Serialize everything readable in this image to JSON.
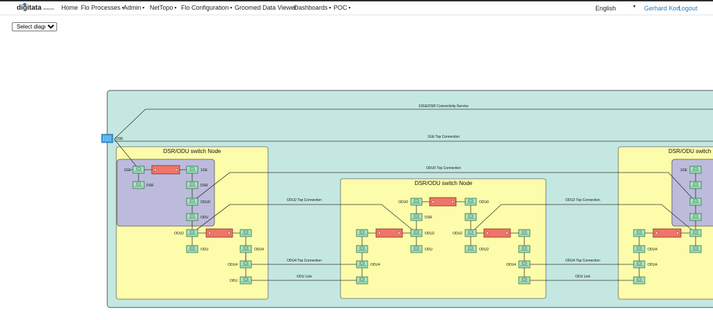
{
  "navbar": {
    "logo_main": "digitata",
    "logo_sub": "networks",
    "items": [
      {
        "label": "Home",
        "dropdown": false
      },
      {
        "label": "Flo Processes",
        "dropdown": true
      },
      {
        "label": "Admin",
        "dropdown": true
      },
      {
        "label": "NetTopo",
        "dropdown": true
      },
      {
        "label": "Flo Configuration",
        "dropdown": true
      },
      {
        "label": "Groomed Data Viewer",
        "dropdown": false
      },
      {
        "label": "Dashboards",
        "dropdown": true
      },
      {
        "label": "POC",
        "dropdown": true
      }
    ],
    "language": "English",
    "user": "Gerhard Korf",
    "logout": "Logout"
  },
  "toolbar": {
    "select_diagram": "Select diagram"
  },
  "diagram": {
    "colors": {
      "network_bg": "#c4e8e1",
      "node_bg": "#fcfcaa",
      "inner_bg": "#bdbbdc",
      "port": "#a6e9c2",
      "cross_connect": "#ee7567"
    },
    "dsr_port": "DSR",
    "nodes": [
      "DSR/ODU switch Node",
      "DSR/ODU switch Node",
      "DSR/ODU switch Node"
    ],
    "connections": [
      "10GE/DSR Connectivity-Service",
      "1GE Top Connection",
      "ODU0 Top Connection",
      "ODU2 Top Connection",
      "ODU2 Top Connection",
      "ODU4 Top Connection",
      "ODU4 Top Connection",
      "ODU Link",
      "ODU Link"
    ],
    "node1_labels": [
      "1GE",
      "1GE",
      "DSR",
      "DSR",
      "ODU0",
      "ODU",
      "ODU2",
      "ODU",
      "ODU4",
      "ODU4",
      "ODU"
    ],
    "node2_labels": [
      "ODU0",
      "ODU0",
      "DSR",
      "ODU2",
      "ODU2",
      "ODU",
      "ODU4",
      "ODU2",
      "ODU4"
    ],
    "node3_labels": [
      "1GE",
      "ODU4",
      "ODU4"
    ]
  }
}
